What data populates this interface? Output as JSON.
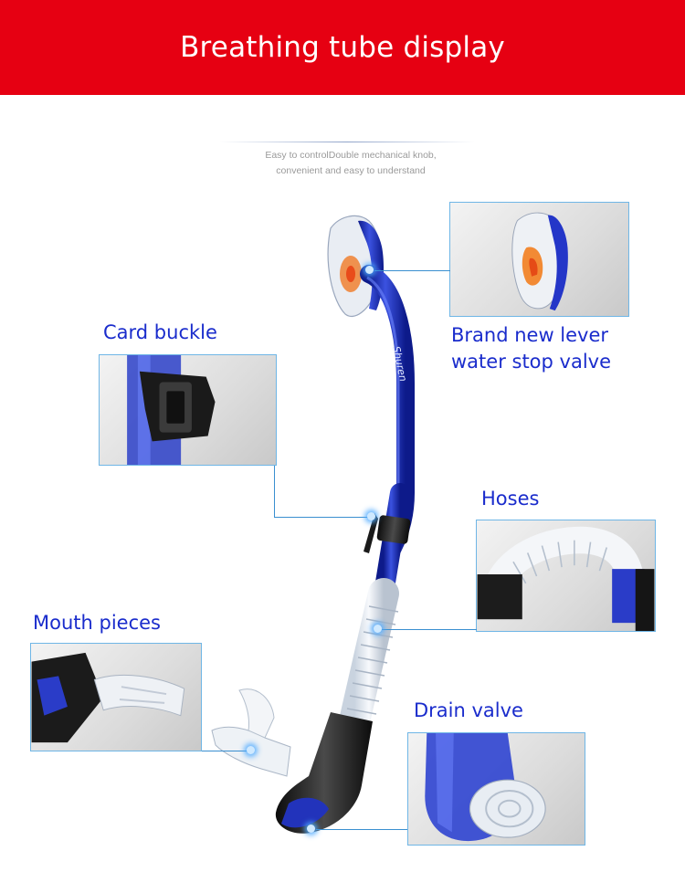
{
  "banner": {
    "title": "Breathing tube display",
    "color": "#e60012"
  },
  "intro": {
    "line1": "Easy to controlDouble mechanical knob,",
    "line2": "convenient and easy to understand"
  },
  "product": {
    "brand_mark": "Shuren"
  },
  "callouts": {
    "valve": {
      "label_line1": "Brand new lever",
      "label_line2": "water stop valve"
    },
    "buckle": {
      "label": "Card buckle"
    },
    "hoses": {
      "label": "Hoses"
    },
    "mouth": {
      "label": "Mouth pieces"
    },
    "drain": {
      "label": "Drain valve"
    }
  },
  "colors": {
    "label_text": "#1a2ccc",
    "tube_blue": "#1f2fb0",
    "callout_border": "#6fb6e6",
    "leader_line": "#3a8fd0"
  }
}
